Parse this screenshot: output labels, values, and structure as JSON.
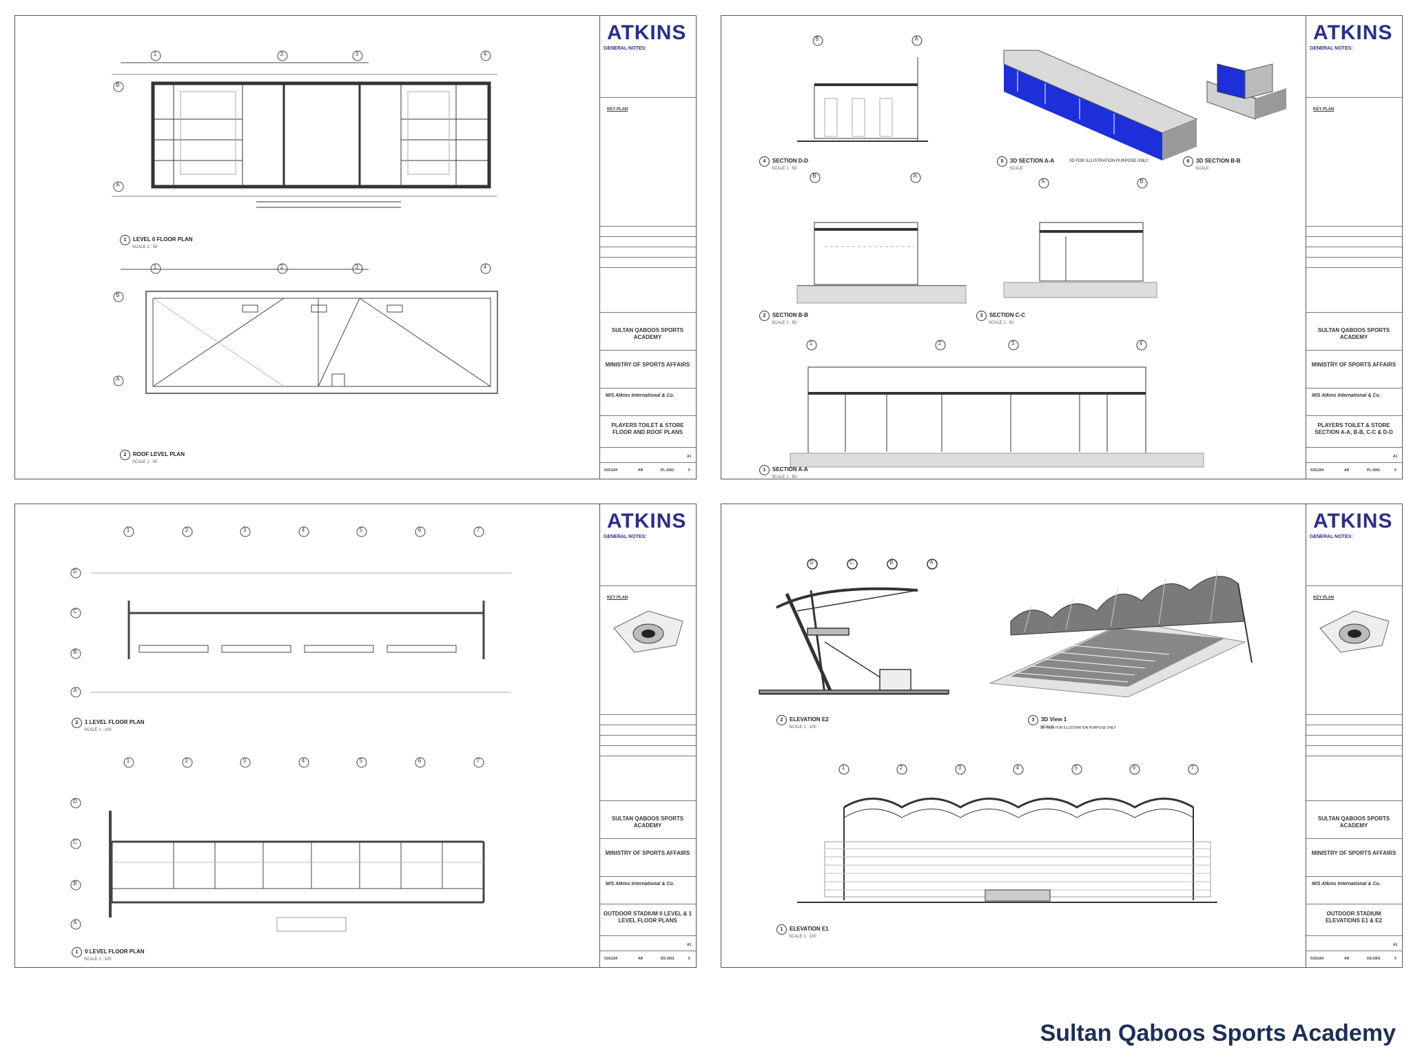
{
  "footer_title": "Sultan Qaboos Sports Academy",
  "sheets": [
    {
      "logo": "ATKINS",
      "general_notes": "GENERAL NOTES:",
      "key_plan": "KEY PLAN",
      "project": "SULTAN QABOOS SPORTS ACADEMY",
      "client": "MINISTRY OF SPORTS AFFAIRS",
      "consultant": "M/S Atkins International & Co.",
      "title": "PLAYERS TOILET & STORE FLOOR AND ROOF PLANS",
      "project_no": "5101104",
      "discipline": "AR",
      "drawing_no": "PL-1001",
      "revision": "0",
      "size": "A1",
      "views": [
        {
          "num": "1",
          "name": "LEVEL 0 FLOOR PLAN",
          "scale": "SCALE  1 : 50"
        },
        {
          "num": "2",
          "name": "ROOF LEVEL PLAN",
          "scale": "SCALE  1 : 50"
        }
      ]
    },
    {
      "logo": "ATKINS",
      "general_notes": "GENERAL NOTES:",
      "key_plan": "KEY PLAN",
      "project": "SULTAN QABOOS SPORTS ACADEMY",
      "client": "MINISTRY OF SPORTS AFFAIRS",
      "consultant": "M/S Atkins International & Co.",
      "title": "PLAYERS TOILET & STORE SECTION A-A, B-B, C-C & D-D",
      "project_no": "5101104",
      "discipline": "AR",
      "drawing_no": "PL-3001",
      "revision": "0",
      "size": "A1",
      "views": [
        {
          "num": "4",
          "name": "SECTION D-D",
          "scale": "SCALE  1 : 50"
        },
        {
          "num": "5",
          "name": "3D SECTION A-A",
          "scale": "SCALE"
        },
        {
          "num": "6",
          "name": "3D SECTION B-B",
          "scale": "SCALE"
        },
        {
          "num": "2",
          "name": "SECTION B-B",
          "scale": "SCALE  1 : 50"
        },
        {
          "num": "3",
          "name": "SECTION C-C",
          "scale": "SCALE  1 : 50"
        },
        {
          "num": "1",
          "name": "SECTION A-A",
          "scale": "SCALE  1 : 50"
        }
      ],
      "illustration_note": "3D FOR ILLUSTRATION PURPOSE ONLY"
    },
    {
      "logo": "ATKINS",
      "general_notes": "GENERAL NOTES:",
      "key_plan": "KEY PLAN",
      "project": "SULTAN QABOOS SPORTS ACADEMY",
      "client": "MINISTRY OF SPORTS AFFAIRS",
      "consultant": "M/S Atkins International & Co.",
      "title": "OUTDOOR STADIUM 0 LEVEL & 1 LEVEL FLOOR PLANS",
      "project_no": "5101104",
      "discipline": "AR",
      "drawing_no": "DS-1001",
      "revision": "0",
      "size": "A1",
      "views": [
        {
          "num": "2",
          "name": "1 LEVEL FLOOR PLAN",
          "scale": "SCALE  1 : 100"
        },
        {
          "num": "1",
          "name": "0 LEVEL FLOOR PLAN",
          "scale": "SCALE  1 : 100"
        }
      ]
    },
    {
      "logo": "ATKINS",
      "general_notes": "GENERAL NOTES:",
      "key_plan": "KEY PLAN",
      "project": "SULTAN QABOOS SPORTS ACADEMY",
      "client": "MINISTRY OF SPORTS AFFAIRS",
      "consultant": "M/S Atkins International & Co.",
      "title": "OUTDOOR STADIUM ELEVATIONS E1 & E2",
      "project_no": "5101104",
      "discipline": "AR",
      "drawing_no": "DS-2001",
      "revision": "0",
      "size": "A1",
      "views": [
        {
          "num": "2",
          "name": "ELEVATION E2",
          "scale": "SCALE  1 : 100"
        },
        {
          "num": "3",
          "name": "3D View 1",
          "scale": "SCALE"
        },
        {
          "num": "1",
          "name": "ELEVATION E1",
          "scale": "SCALE  1 : 100"
        }
      ],
      "illustration_note": "3D VIEW FOR ILLUSTRATION PURPOSE ONLY"
    }
  ],
  "grid_labels": {
    "numbers4": [
      "1",
      "2",
      "3",
      "4"
    ],
    "numbers7": [
      "1",
      "2",
      "3",
      "4",
      "5",
      "6",
      "7"
    ],
    "letters_ab": [
      "A",
      "B"
    ],
    "letters_ad": [
      "A",
      "B",
      "C",
      "D"
    ],
    "letters_dc": [
      "D",
      "C",
      "B",
      "A"
    ]
  }
}
